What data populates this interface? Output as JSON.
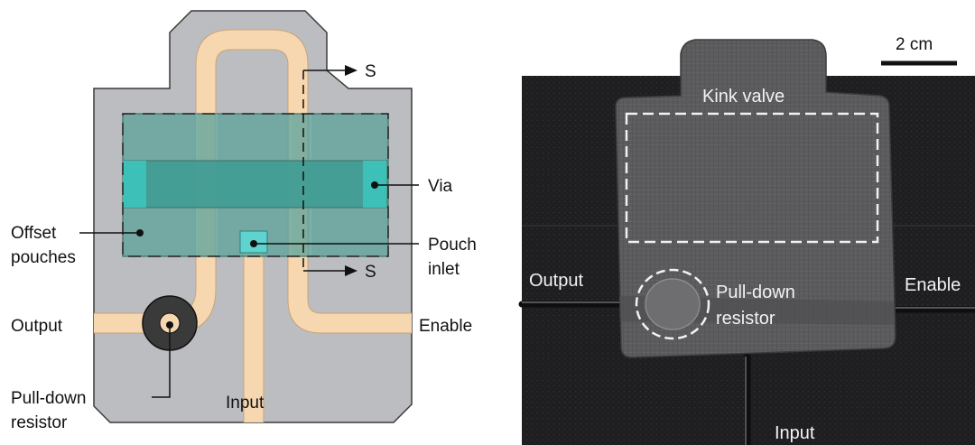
{
  "schematic": {
    "labels": {
      "section_top": "S",
      "section_bottom": "S",
      "via": "Via",
      "offset_line1": "Offset",
      "offset_line2": "pouches",
      "pouch_line1": "Pouch",
      "pouch_line2": "inlet",
      "output": "Output",
      "enable": "Enable",
      "pulldown_line1": "Pull-down",
      "pulldown_line2": "resistor",
      "input": "Input"
    },
    "colors": {
      "body": "#bcbdc0",
      "channel": "#f6d7b0",
      "pouch": "#6aa8a0",
      "via": "#3fb8b1",
      "resistor": "#3a3a3a"
    }
  },
  "photo": {
    "labels": {
      "scale": "2 cm",
      "kink_valve": "Kink valve",
      "output": "Output",
      "enable": "Enable",
      "pulldown_line1": "Pull-down",
      "pulldown_line2": "resistor",
      "input": "Input"
    },
    "colors": {
      "background": "#202022",
      "device": "#5a5a5c"
    }
  }
}
